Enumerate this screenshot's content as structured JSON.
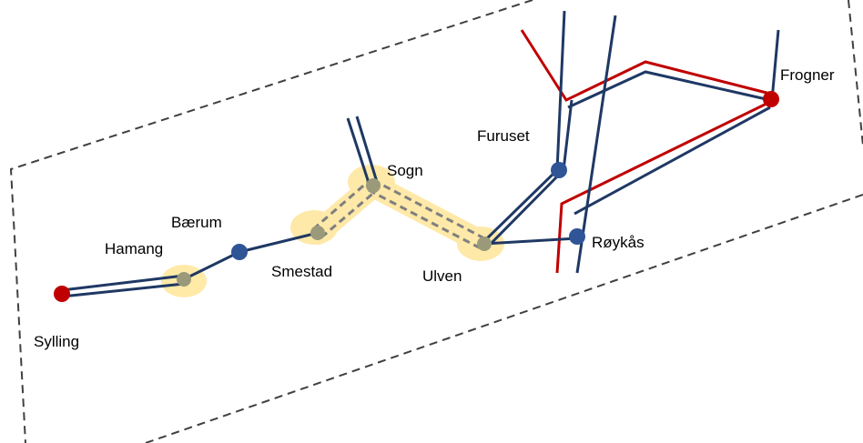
{
  "diagram": {
    "stations": {
      "sylling": "Sylling",
      "hamang": "Hamang",
      "baerum": "Bærum",
      "smestad": "Smestad",
      "sogn": "Sogn",
      "ulven": "Ulven",
      "furuset": "Furuset",
      "roykas": "Røykås",
      "frogner": "Frogner"
    },
    "colors": {
      "blue_line": "#1f3864",
      "red_line": "#c00000",
      "highlight": "#ffe699",
      "dashed_link": "#7f7f7f",
      "blue_node": "#2f5597",
      "red_node": "#c00000",
      "grey_node": "#9a9a7a",
      "boundary": "#404040"
    }
  }
}
